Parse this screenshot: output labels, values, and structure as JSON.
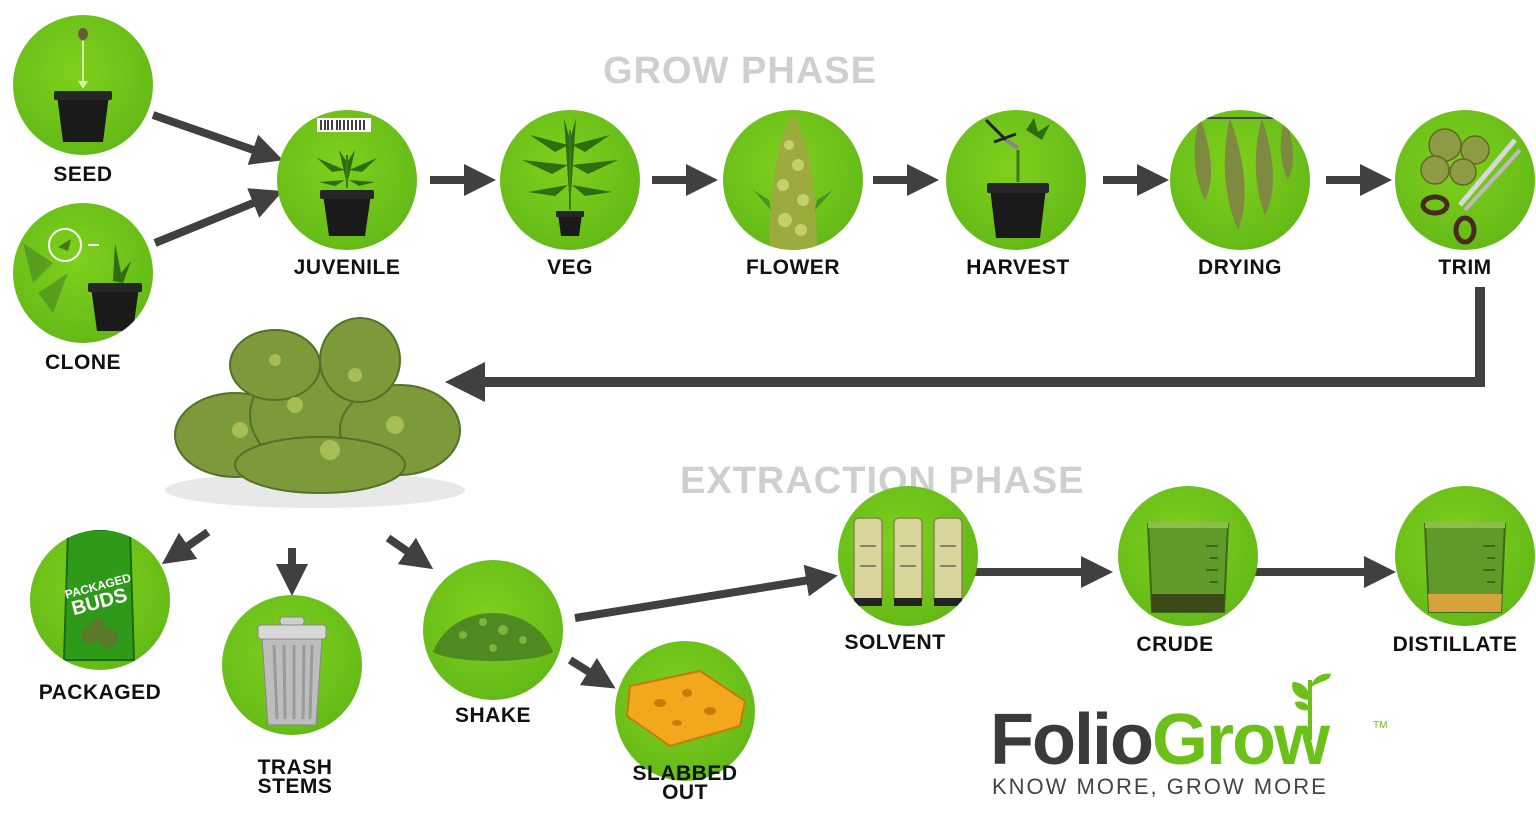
{
  "phases": {
    "grow": "GROW PHASE",
    "extraction": "EXTRACTION PHASE"
  },
  "stages": {
    "seed": "SEED",
    "clone": "CLONE",
    "juvenile": "JUVENILE",
    "veg": "VEG",
    "flower": "FLOWER",
    "harvest": "HARVEST",
    "drying": "DRYING",
    "trim": "TRIM",
    "packaged": "PACKAGED",
    "trash_line1": "TRASH",
    "trash_line2": "STEMS",
    "shake": "SHAKE",
    "slabbed_line1": "SLABBED",
    "slabbed_line2": "OUT",
    "solvent": "SOLVENT",
    "crude": "CRUDE",
    "distillate": "DISTILLATE"
  },
  "bag_text": {
    "line1": "PACKAGED",
    "line2": "BUDS"
  },
  "logo": {
    "folio": "Folio",
    "grow": "Grow",
    "tm": "TM",
    "tagline": "KNOW MORE, GROW MORE"
  },
  "colors": {
    "circle_green": "#6cc01a",
    "arrow_gray": "#404040",
    "phase_title_gray": "#cfcfcf",
    "label_black": "#111111"
  }
}
